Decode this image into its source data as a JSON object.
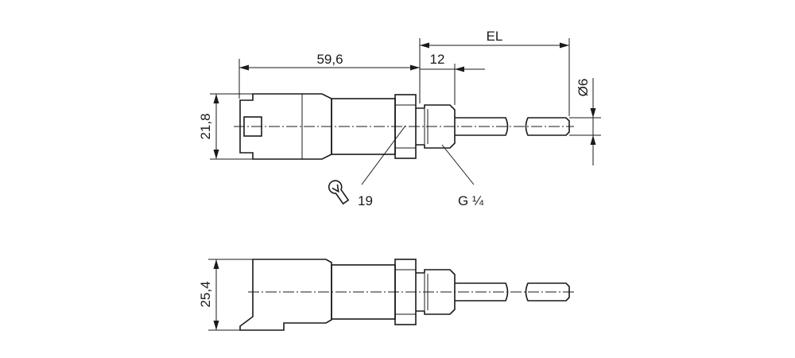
{
  "dimensions": {
    "overall_length": "59,6",
    "thread_length": "12",
    "insertion_length": "EL",
    "probe_diameter": "Ø6",
    "top_view_height": "21,8",
    "side_view_height": "25,4"
  },
  "callouts": {
    "wrench_size": "19",
    "thread": "G ¼"
  },
  "icons": {
    "wrench": "wrench-icon"
  }
}
